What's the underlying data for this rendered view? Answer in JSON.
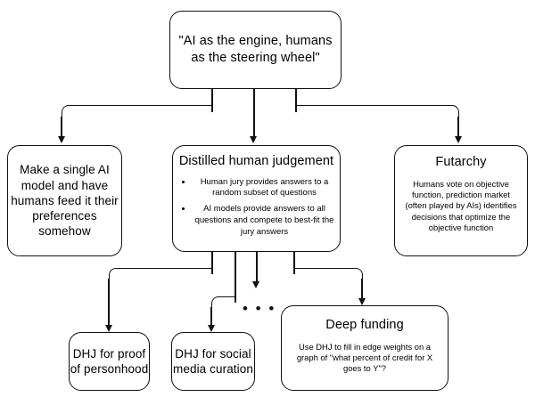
{
  "diagram": {
    "title": "AI as the engine, humans as the steering wheel",
    "root": {
      "label": "\"AI as the engine, humans as the steering wheel\""
    },
    "branches": [
      {
        "name": "single-ai-model",
        "label": "Make a single AI model and have humans feed it their preferences somehow"
      },
      {
        "name": "distilled-human-judgement",
        "title": "Distilled human judgement",
        "bullets": [
          "Human jury provides answers to a random subset of questions",
          "AI models provide answers to all questions and compete to best-fit the jury answers"
        ]
      },
      {
        "name": "futarchy",
        "title": "Futarchy",
        "body": "Humans vote on objective function, prediction market (often played by AIs) identifies decisions that optimize the objective function"
      }
    ],
    "applications": [
      {
        "name": "dhj-proof-of-personhood",
        "label": "DHJ for proof of personhood"
      },
      {
        "name": "dhj-social-media-curation",
        "label": "DHJ for social media curation"
      },
      {
        "name": "deep-funding",
        "title": "Deep funding",
        "body": "Use DHJ to fill in edge weights on a graph of \"what percent of credit for X goes to Y\"?"
      }
    ],
    "more_indicator": "• • •",
    "colors": {
      "stroke": "#111111",
      "background": "#ffffff",
      "text": "#000000"
    }
  }
}
